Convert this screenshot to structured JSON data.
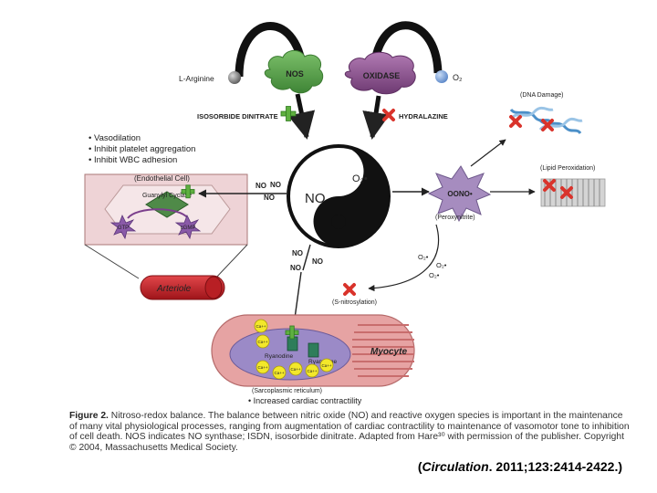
{
  "diagram": {
    "l_arginine": "L-Arginine",
    "nos": "NOS",
    "oxidase": "OXIDASE",
    "o2": "O₂",
    "isosorbide": "ISOSORBIDE DINITRATE",
    "hydralazine": "HYDRALAZINE",
    "effects": [
      "• Vasodilation",
      "• Inhibit platelet aggregation",
      "• Inhibit WBC adhesion"
    ],
    "endothelial_cell": "(Endothelial Cell)",
    "guanylyl_cyclase": "Guanylyl Cyclase",
    "gtp": "GTP",
    "gmp": "cGMP",
    "arteriole": "Arteriole",
    "yin_no": "NO",
    "yin_o2": "O₂•",
    "no_label": "NO",
    "ooono": "OONO•",
    "peroxynitrite": "(Peroxynitrite)",
    "dna_damage": "(DNA Damage)",
    "lipid_peroxidation": "(Lipid Peroxidation)",
    "s_nitrosylation": "(S-nitrosylation)",
    "superoxide": "O₂•",
    "ca": "Ca++",
    "ryanodine": "Ryanodine",
    "myocyte": "Myocyte",
    "sarcoplasmic": "(Sarcoplasmic reticulum)",
    "contractility": "• Increased cardiac contractility"
  },
  "caption": {
    "lead": "Figure 2.",
    "text": " Nitroso-redox balance. The balance between nitric oxide (NO) and reactive oxygen species is important in the maintenance of many vital physiological processes, ranging from augmentation of cardiac contractility to maintenance of vasomotor tone to inhibition of cell death. NOS indicates NO synthase; ISDN, isosorbide dinitrate. Adapted from Hare³⁰ with permission of the publisher. Copyright © 2004, Massachusetts Medical Society."
  },
  "citation": {
    "open": "(",
    "journal": "Circulation",
    "rest": ". 2011;123:2414-2422.)"
  },
  "colors": {
    "green_cloud": "#5a9e4e",
    "oxidase_purple": "#8a4f8d",
    "red_x": "#d9332b",
    "green_plus": "#5fb040",
    "arteriole_red": "#c8252b",
    "myocyte_pink": "#e6a3a3",
    "sr_purple": "#9b8ac7",
    "ca_yellow": "#f3e82a",
    "ooono_purple": "#a68cbf"
  }
}
